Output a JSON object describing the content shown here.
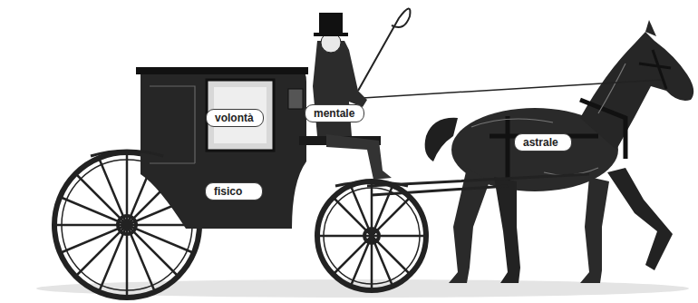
{
  "diagram": {
    "nodes": [
      {
        "text": [
          "volontà"
        ]
      },
      {
        "text": [
          "mentale"
        ]
      },
      {
        "text": [
          "astrale"
        ]
      },
      {
        "text": [
          "fisico"
        ]
      }
    ]
  }
}
